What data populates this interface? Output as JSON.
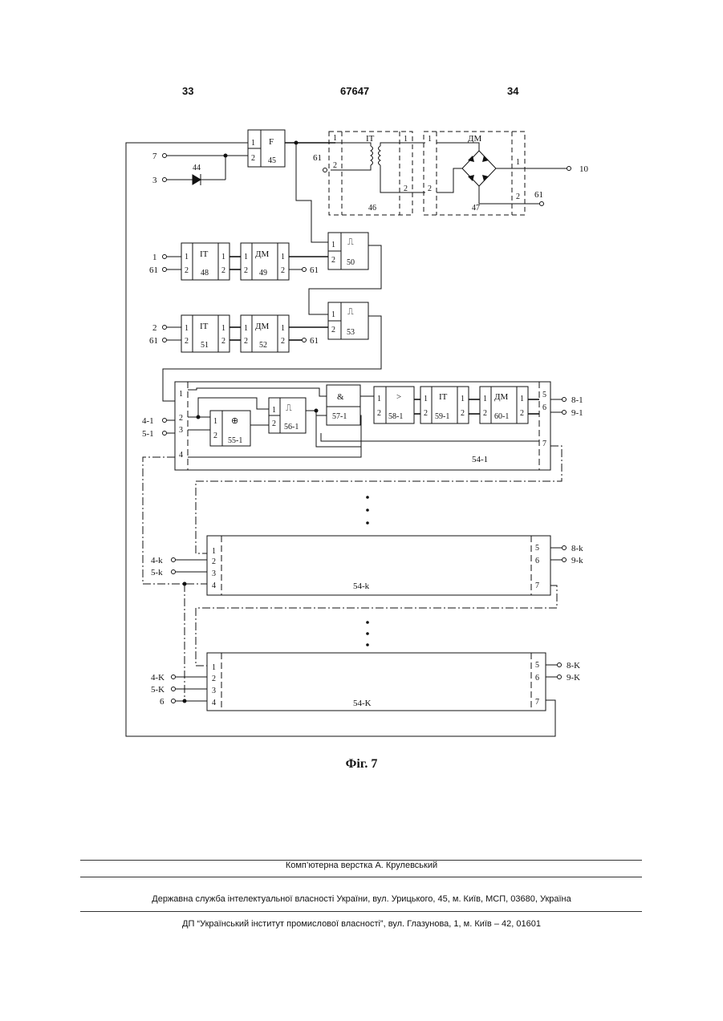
{
  "header": {
    "page_left": "33",
    "patent_number": "67647",
    "page_right": "34"
  },
  "caption": "Фіг. 7",
  "footer": {
    "layout_credit": "Комп’ютерна верстка А. Крулевський",
    "office": "Державна служба інтелектуальної власності України, вул. Урицького, 45, м. Київ, МСП, 03680, Україна",
    "institute": "ДП “Український інститут промислової власності”, вул. Глазунова, 1, м. Київ – 42, 01601"
  },
  "blocks": {
    "b44": "44",
    "b45": "45",
    "b45_sym": "F",
    "b46": "46",
    "b46_sym": "IT",
    "b47": "47",
    "b47_sym": "ДМ",
    "b48": "48",
    "b48_sym": "IT",
    "b49": "49",
    "b49_sym": "ДМ",
    "b50": "50",
    "b50_sym": "⎍",
    "b51": "51",
    "b51_sym": "IT",
    "b52": "52",
    "b52_sym": "ДМ",
    "b53": "53",
    "b53_sym": "⎍",
    "b54_1": "54-1",
    "b54_k": "54-k",
    "b54_K": "54-K",
    "b55": "55-1",
    "b55_sym": "⊕",
    "b56": "56-1",
    "b56_sym": "⎍",
    "b57": "57-1",
    "b57_sym": "&",
    "b58": "58-1",
    "b58_sym": ">",
    "b59": "59-1",
    "b59_sym": "IT",
    "b60": "60-1",
    "b60_sym": "ДМ"
  },
  "terminals": {
    "t7": "7",
    "t3": "3",
    "t61": "61",
    "t10": "10",
    "t1": "1",
    "t2": "2",
    "t4_1": "4-1",
    "t5_1": "5-1",
    "t8_1": "8-1",
    "t9_1": "9-1",
    "t4_k": "4-k",
    "t5_k": "5-k",
    "t8_k": "8-k",
    "t9_k": "9-k",
    "t4_K": "4-K",
    "t5_K": "5-K",
    "t6": "6",
    "t8_K": "8-K",
    "t9_K": "9-K"
  },
  "pins": {
    "p1": "1",
    "p2": "2",
    "p3": "3",
    "p4": "4",
    "p5": "5",
    "p6": "6",
    "p7": "7"
  }
}
